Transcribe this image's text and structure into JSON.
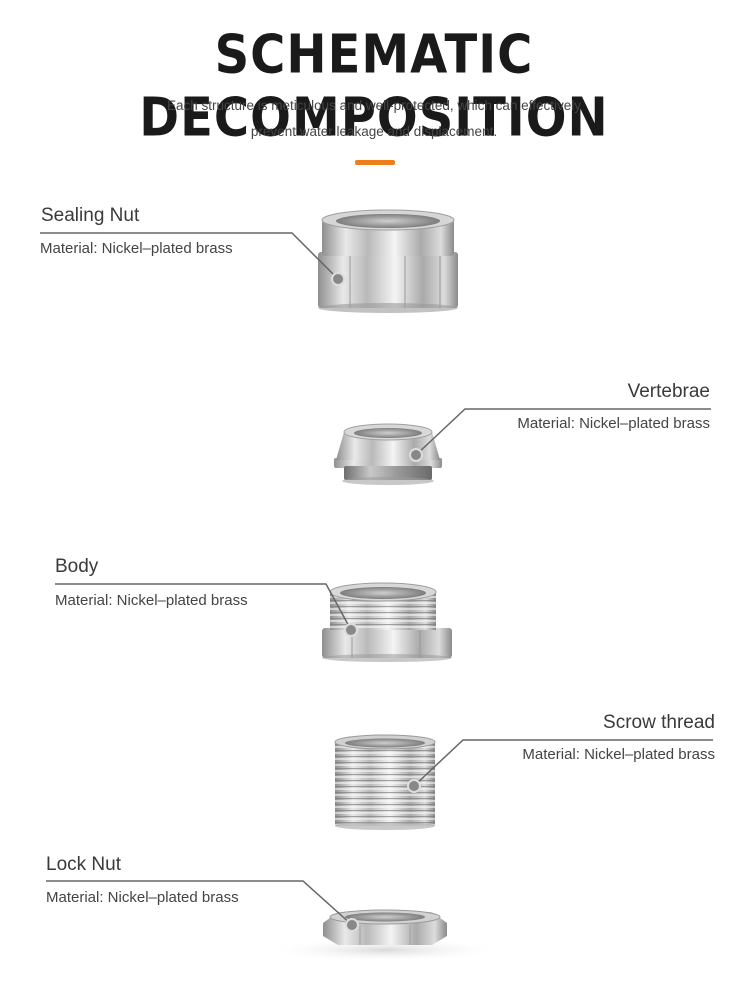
{
  "header": {
    "title": "SCHEMATIC DECOMPOSITION",
    "subtitle_line1": "Each structure is meticulous and well-protected, which can effectively",
    "subtitle_line2": "prevent water leakage and displacement.",
    "accent_color": "#ef7d1a"
  },
  "parts": [
    {
      "name": "Sealing Nut",
      "material": "Material: Nickel–plated brass"
    },
    {
      "name": "Vertebrae",
      "material": "Material: Nickel–plated brass"
    },
    {
      "name": "Body",
      "material": "Material: Nickel–plated brass"
    },
    {
      "name": "Scrow thread",
      "material": "Material: Nickel–plated brass"
    },
    {
      "name": "Lock Nut",
      "material": "Material: Nickel–plated brass"
    }
  ]
}
